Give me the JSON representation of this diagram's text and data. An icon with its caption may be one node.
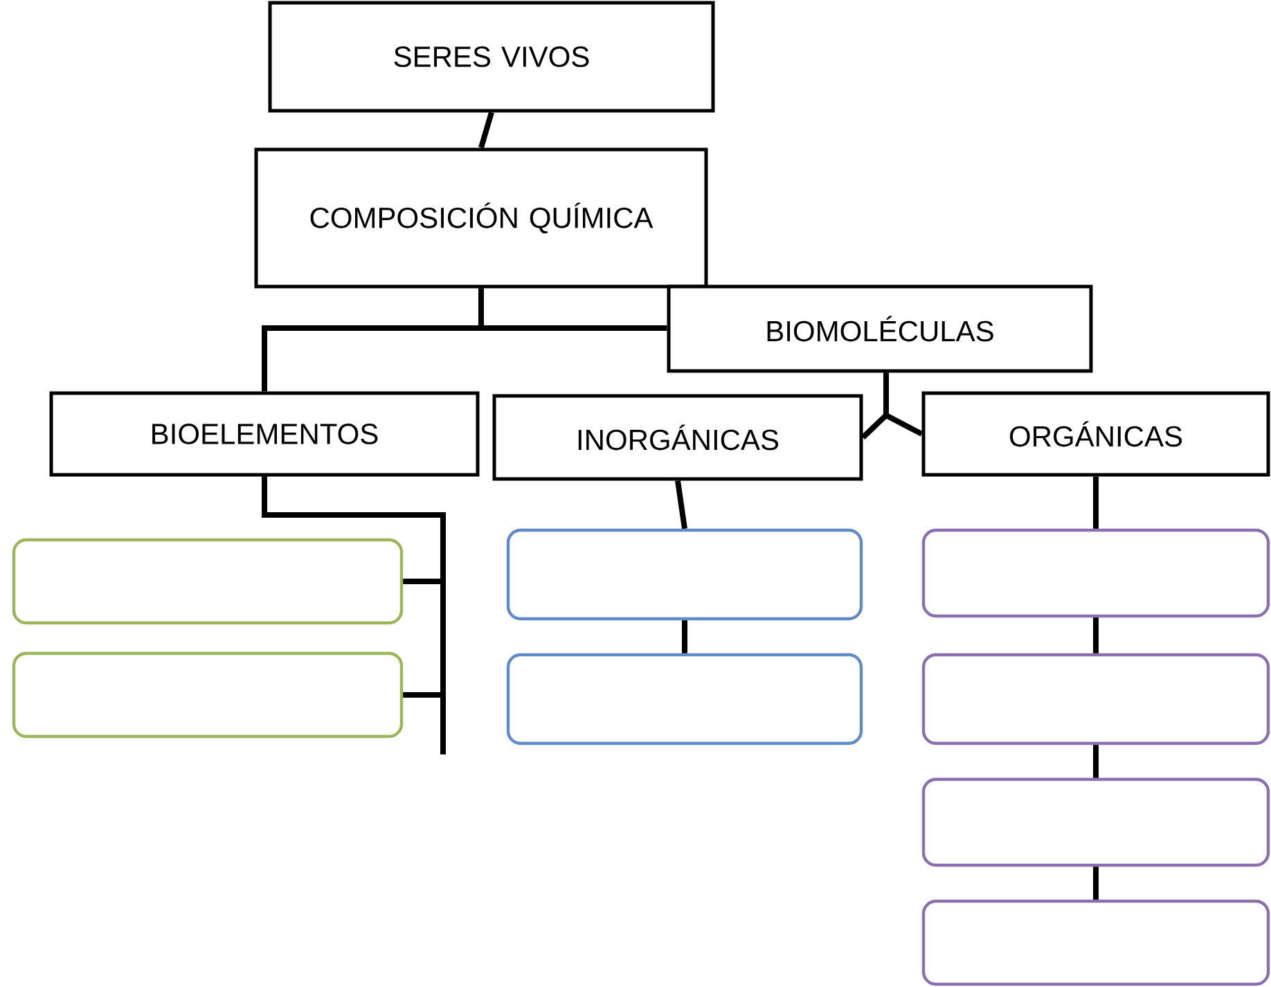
{
  "diagram": {
    "nodes": [
      {
        "text": [
          "SERES VIVOS"
        ]
      },
      {
        "text": [
          "COMPOSICIÓN QUÍMICA"
        ]
      },
      {
        "text": [
          "BIOMOLÉCULAS"
        ]
      },
      {
        "text": [
          "BIOELEMENTOS"
        ]
      },
      {
        "text": [
          "INORGÁNICAS"
        ]
      },
      {
        "text": [
          "ORGÁNICAS"
        ]
      },
      {
        "text": [],
        "shape": "box"
      },
      {
        "text": [],
        "shape": "box"
      },
      {
        "text": [],
        "shape": "box"
      },
      {
        "text": [],
        "shape": "box"
      },
      {
        "text": [],
        "shape": "box"
      },
      {
        "text": [],
        "shape": "box"
      },
      {
        "text": [],
        "shape": "box"
      },
      {
        "text": [],
        "shape": "box"
      }
    ],
    "edges": [
      {
        "from": 0,
        "to": 1,
        "arrow": "none"
      },
      {
        "from": 1,
        "to": 3,
        "arrow": "none"
      },
      {
        "from": 1,
        "to": 2,
        "arrow": "none"
      },
      {
        "from": 2,
        "to": 4,
        "arrow": "none"
      },
      {
        "from": 2,
        "to": 5,
        "arrow": "none"
      },
      {
        "from": 3,
        "to": 6,
        "arrow": "none"
      },
      {
        "from": 3,
        "to": 7,
        "arrow": "none"
      },
      {
        "from": 4,
        "to": 8,
        "arrow": "none"
      },
      {
        "from": 8,
        "to": 9,
        "arrow": "none"
      },
      {
        "from": 5,
        "to": 10,
        "arrow": "none"
      },
      {
        "from": 10,
        "to": 11,
        "arrow": "none"
      },
      {
        "from": 11,
        "to": 12,
        "arrow": "none"
      },
      {
        "from": 12,
        "to": 13,
        "arrow": "none"
      }
    ]
  }
}
